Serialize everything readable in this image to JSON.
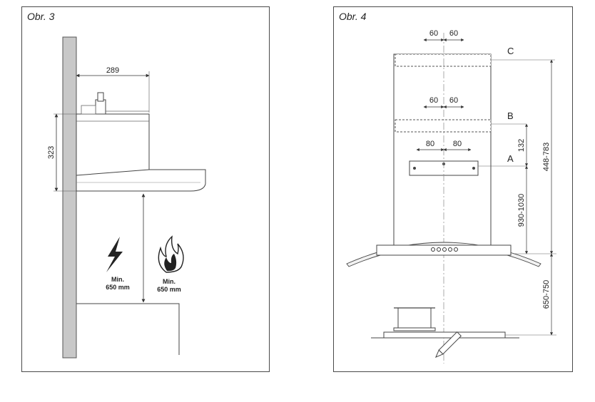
{
  "figure_left": {
    "title": "Obr. 3",
    "dim_width": "289",
    "dim_height": "323",
    "electric_min": "Min.",
    "electric_dist": "650 mm",
    "gas_min": "Min.",
    "gas_dist": "650 mm",
    "icons": [
      "lightning-icon",
      "flame-icon"
    ]
  },
  "figure_right": {
    "title": "Obr. 4",
    "dim_c_left": "60",
    "dim_c_right": "60",
    "dim_b_left": "60",
    "dim_b_right": "60",
    "dim_a_left": "80",
    "dim_a_right": "80",
    "point_c": "C",
    "point_b": "B",
    "point_a": "A",
    "dim_132": "132",
    "dim_448_783": "448-783",
    "dim_930_1030": "930-1030",
    "dim_650_750": "650-750"
  }
}
